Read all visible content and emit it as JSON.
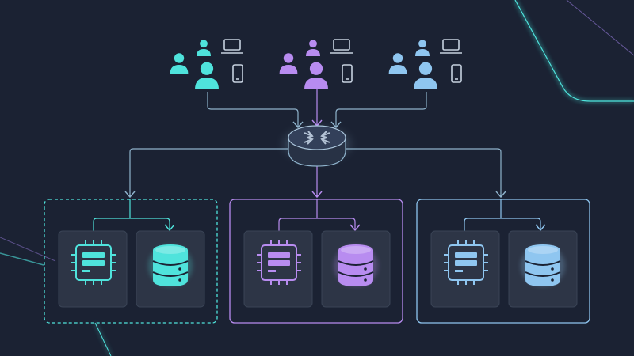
{
  "colors": {
    "background": "#1b2233",
    "connector": "#8fb3cc",
    "router_body": "#2f3a4d",
    "router_arrows": "#b4c3d6",
    "card_fill": "#2d3546",
    "card_stroke": "#3a4456"
  },
  "tenants": [
    {
      "name": "teal",
      "color": "#4fe3dc",
      "frame_style": "dashed",
      "icons": [
        "user-icon",
        "user-icon",
        "user-icon",
        "laptop-icon",
        "phone-icon"
      ],
      "nodes": [
        "cpu-chip-icon",
        "database-icon"
      ]
    },
    {
      "name": "purple",
      "color": "#b88cf0",
      "frame_style": "solid",
      "icons": [
        "user-icon",
        "user-icon",
        "user-icon",
        "laptop-icon",
        "phone-icon"
      ],
      "nodes": [
        "cpu-chip-icon",
        "database-icon"
      ]
    },
    {
      "name": "blue",
      "color": "#8fc6f0",
      "frame_style": "solid",
      "icons": [
        "user-icon",
        "user-icon",
        "user-icon",
        "laptop-icon",
        "phone-icon"
      ],
      "nodes": [
        "cpu-chip-icon",
        "database-icon"
      ]
    }
  ],
  "hub": {
    "icon": "router-icon"
  }
}
